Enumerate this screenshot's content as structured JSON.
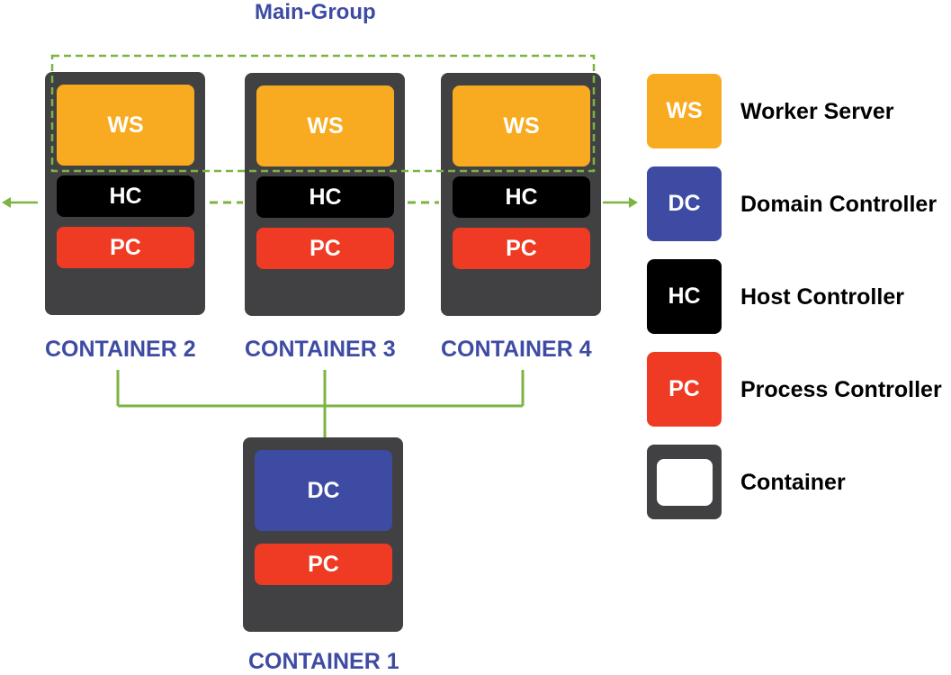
{
  "group": {
    "title": "Main-Group"
  },
  "containers": [
    {
      "label": "CONTAINER 2",
      "ws": "WS",
      "hc": "HC",
      "pc": "PC"
    },
    {
      "label": "CONTAINER 3",
      "ws": "WS",
      "hc": "HC",
      "pc": "PC"
    },
    {
      "label": "CONTAINER 4",
      "ws": "WS",
      "hc": "HC",
      "pc": "PC"
    }
  ],
  "container1": {
    "label": "CONTAINER 1",
    "dc": "DC",
    "pc": "PC"
  },
  "legend": [
    {
      "code": "WS",
      "text": "Worker Server",
      "color": "#f8ab20"
    },
    {
      "code": "DC",
      "text": "Domain Controller",
      "color": "#3e4ba3"
    },
    {
      "code": "HC",
      "text": "Host Controller",
      "color": "#000000"
    },
    {
      "code": "PC",
      "text": "Process Controller",
      "color": "#ef3b24"
    },
    {
      "code": "",
      "text": "Container",
      "color": "#414143"
    }
  ],
  "colors": {
    "wire": "#7cb342",
    "label": "#3e4ba3",
    "container": "#414143"
  }
}
